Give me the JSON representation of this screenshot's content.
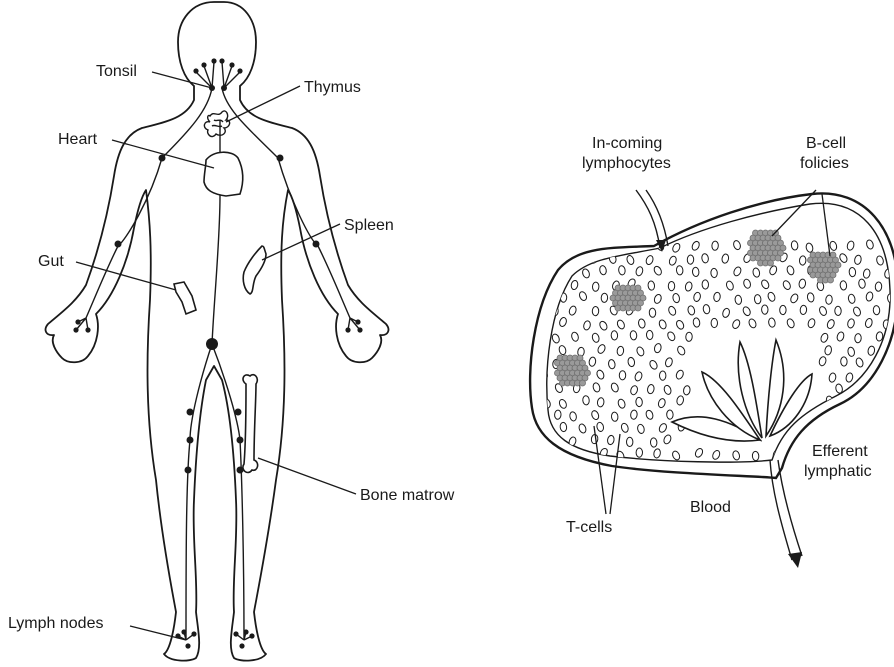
{
  "body_diagram": {
    "labels": {
      "tonsil": "Tonsil",
      "thymus": "Thymus",
      "heart": "Heart",
      "spleen": "Spleen",
      "gut": "Gut",
      "bone_marrow": "Bone matrow",
      "lymph_nodes": "Lymph nodes"
    }
  },
  "node_diagram": {
    "labels": {
      "incoming_line1": "In-coming",
      "incoming_line2": "lymphocytes",
      "bcell_line1": "B-cell",
      "bcell_line2": "folicies",
      "efferent_line1": "Efferent",
      "efferent_line2": "lymphatic",
      "tcells": "T-cells",
      "blood": "Blood"
    }
  },
  "colors": {
    "ink": "#1a1a1a",
    "bcell_fill": "#9a9a9a"
  }
}
